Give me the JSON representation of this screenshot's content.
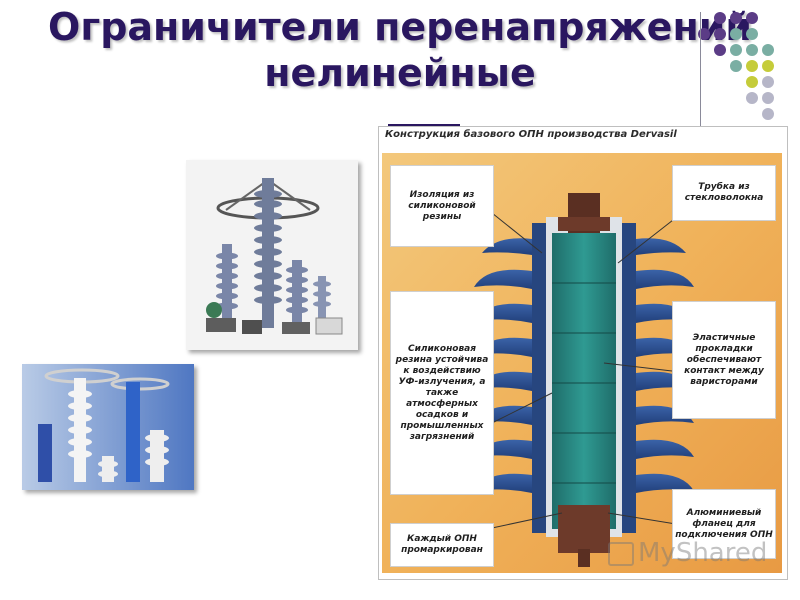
{
  "slide": {
    "title": "Ограничители перенапряжений нелинейные",
    "accent_colors": [
      "#5b3c86",
      "#7aaea3",
      "#c5cc3a",
      "#b6b6c8"
    ]
  },
  "diagram": {
    "caption": "Конструкция базового ОПН производства Dervasil",
    "callouts": {
      "insulation": "Изоляция из силиконовой резины",
      "tube": "Трубка из стекловолокна",
      "uv": "Силиконовая резина устойчива к воздействию УФ-излучения, а также атмосферных осадков и промышленных загрязнений",
      "gaskets": "Эластичные прокладки обеспечивают контакт между варисторами",
      "marked": "Каждый ОПН промаркирован",
      "flange": "Алюминиевый фланец для подключения ОПН"
    }
  },
  "watermark": "MyShared",
  "icons": {
    "photo1": "surge-arresters-photo",
    "photo2": "blue-surge-arresters-photo",
    "watermark_icon": "presentation-icon"
  }
}
